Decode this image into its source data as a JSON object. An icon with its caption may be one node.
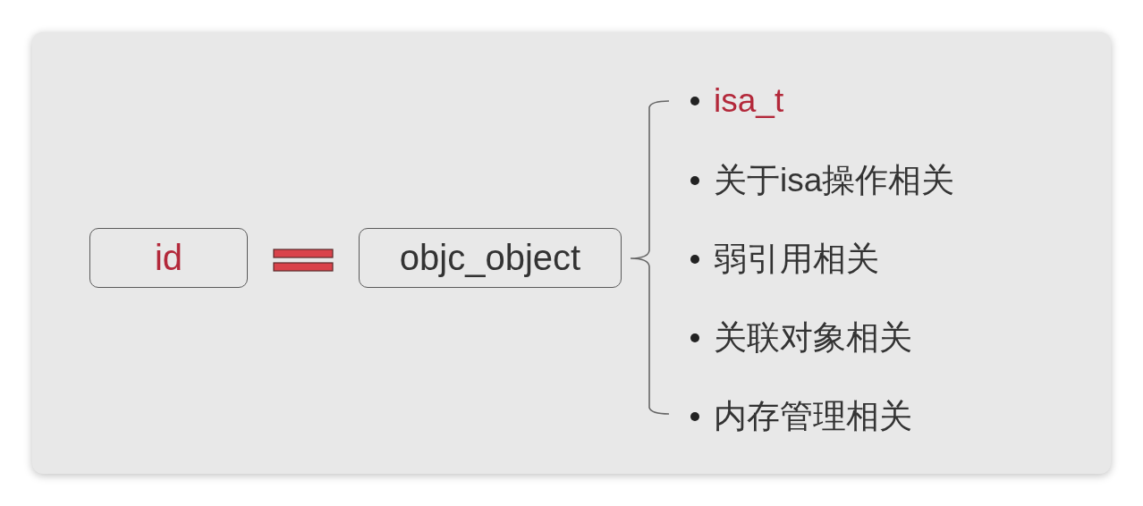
{
  "diagram": {
    "nodes": [
      {
        "text": [
          "id"
        ]
      },
      {
        "text": [
          "objc_object"
        ]
      }
    ],
    "labels": [
      "isa_t",
      "关于isa操作相关",
      "弱引用相关",
      "关联对象相关",
      "内存管理相关"
    ]
  }
}
